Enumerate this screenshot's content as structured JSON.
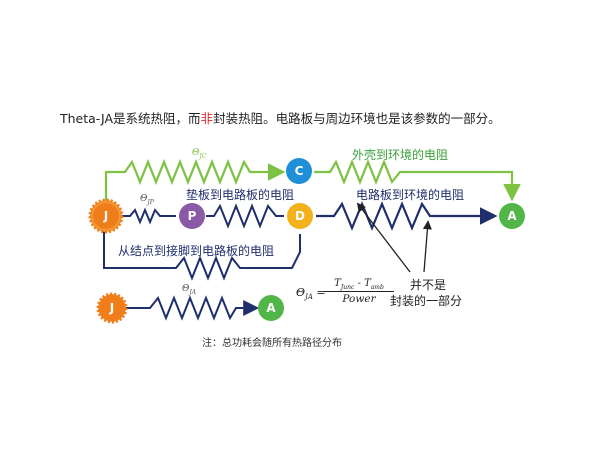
{
  "caption": {
    "part1": "Theta-JA是系统热阻，而",
    "highlight": "非",
    "part2": "封装热阻。电路板与周边环境也是该参数的一部分。"
  },
  "nodes": {
    "j_top": "J",
    "p": "P",
    "c": "C",
    "d": "D",
    "a_top": "A",
    "j_bottom": "J",
    "a_bottom": "A"
  },
  "thetas": {
    "jc": "Θ",
    "jc_sub": "JC",
    "jp": "Θ",
    "jp_sub": "JP",
    "ja": "Θ",
    "ja_sub": "JA"
  },
  "labels": {
    "case_to_env": "外壳到环境的电阻",
    "pad_to_board": "垫板到电路板的电阻",
    "board_to_env": "电路板到环境的电阻",
    "junction_to_pin": "从结点到接脚到电路板的电阻",
    "not_package_1": "并不是",
    "not_package_2": "封装的一部分"
  },
  "formula": {
    "lhs": "Θ",
    "lhs_sub": "JA",
    "equals": " =",
    "numerator": "T",
    "num_sub1": "Junc",
    "num_minus": " - T",
    "num_sub2": "amb",
    "denominator": "Power"
  },
  "note": "注：总功耗会随所有热路径分布",
  "colors": {
    "green_path": "#7dc242",
    "blue_path": "#1f2f6e",
    "node_j": "#ef7d1a",
    "node_p": "#8a5aa6",
    "node_c": "#1f8fd8",
    "node_d": "#f3b11c",
    "node_a": "#52b548",
    "highlight_red": "#e3262b"
  }
}
